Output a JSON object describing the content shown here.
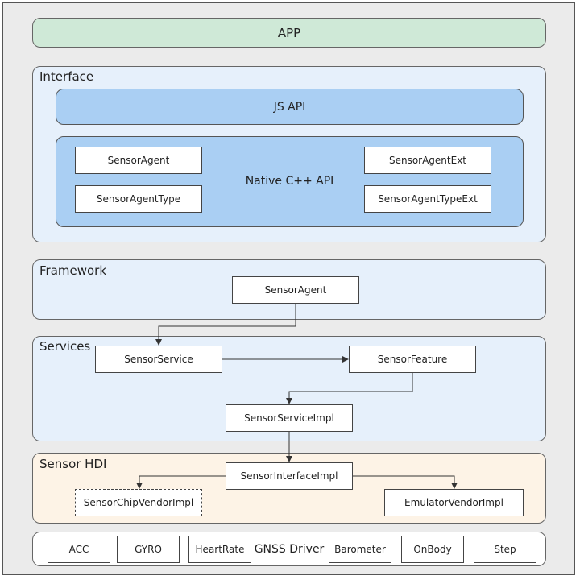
{
  "app": {
    "label": "APP"
  },
  "interface": {
    "title": "Interface",
    "js_api": "JS API",
    "native": {
      "label": "Native C++ API",
      "left": [
        "SensorAgent",
        "SensorAgentType"
      ],
      "right": [
        "SensorAgentExt",
        "SensorAgentTypeExt"
      ]
    }
  },
  "framework": {
    "title": "Framework",
    "agent": "SensorAgent"
  },
  "services": {
    "title": "Services",
    "service": "SensorService",
    "feature": "SensorFeature",
    "impl": "SensorServiceImpl"
  },
  "hdi": {
    "title": "Sensor HDI",
    "interface_impl": "SensorInterfaceImpl",
    "chip_vendor": "SensorChipVendorImpl",
    "emulator_vendor": "EmulatorVendorImpl"
  },
  "drivers": {
    "items": [
      "ACC",
      "GYRO",
      "HeartRate",
      "GNSS Driver",
      "Barometer",
      "OnBody",
      "Step"
    ]
  },
  "colors": {
    "app_fill": "#cfe9d7",
    "panel_fill": "#e6f0fb",
    "inner_blue": "#aacff3",
    "hdi_fill": "#fdf3e6",
    "background": "#ebebeb"
  }
}
